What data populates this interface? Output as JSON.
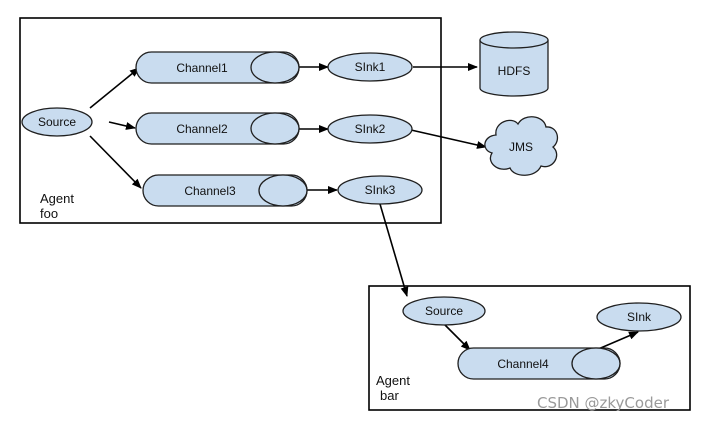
{
  "agent_foo": {
    "label_line1": "Agent",
    "label_line2": "foo",
    "source": "Source",
    "channels": [
      "Channel1",
      "Channel2",
      "Channel3"
    ],
    "sinks": [
      "SInk1",
      "SInk2",
      "SInk3"
    ]
  },
  "stores": {
    "hdfs": "HDFS",
    "jms": "JMS"
  },
  "agent_bar": {
    "label_line1": "Agent",
    "label_line2": "bar",
    "source": "Source",
    "channel": "Channel4",
    "sink": "SInk"
  },
  "watermark": "CSDN @zkyCoder",
  "colors": {
    "node_fill": "#c9dcef",
    "stroke": "#1f1f1f"
  }
}
